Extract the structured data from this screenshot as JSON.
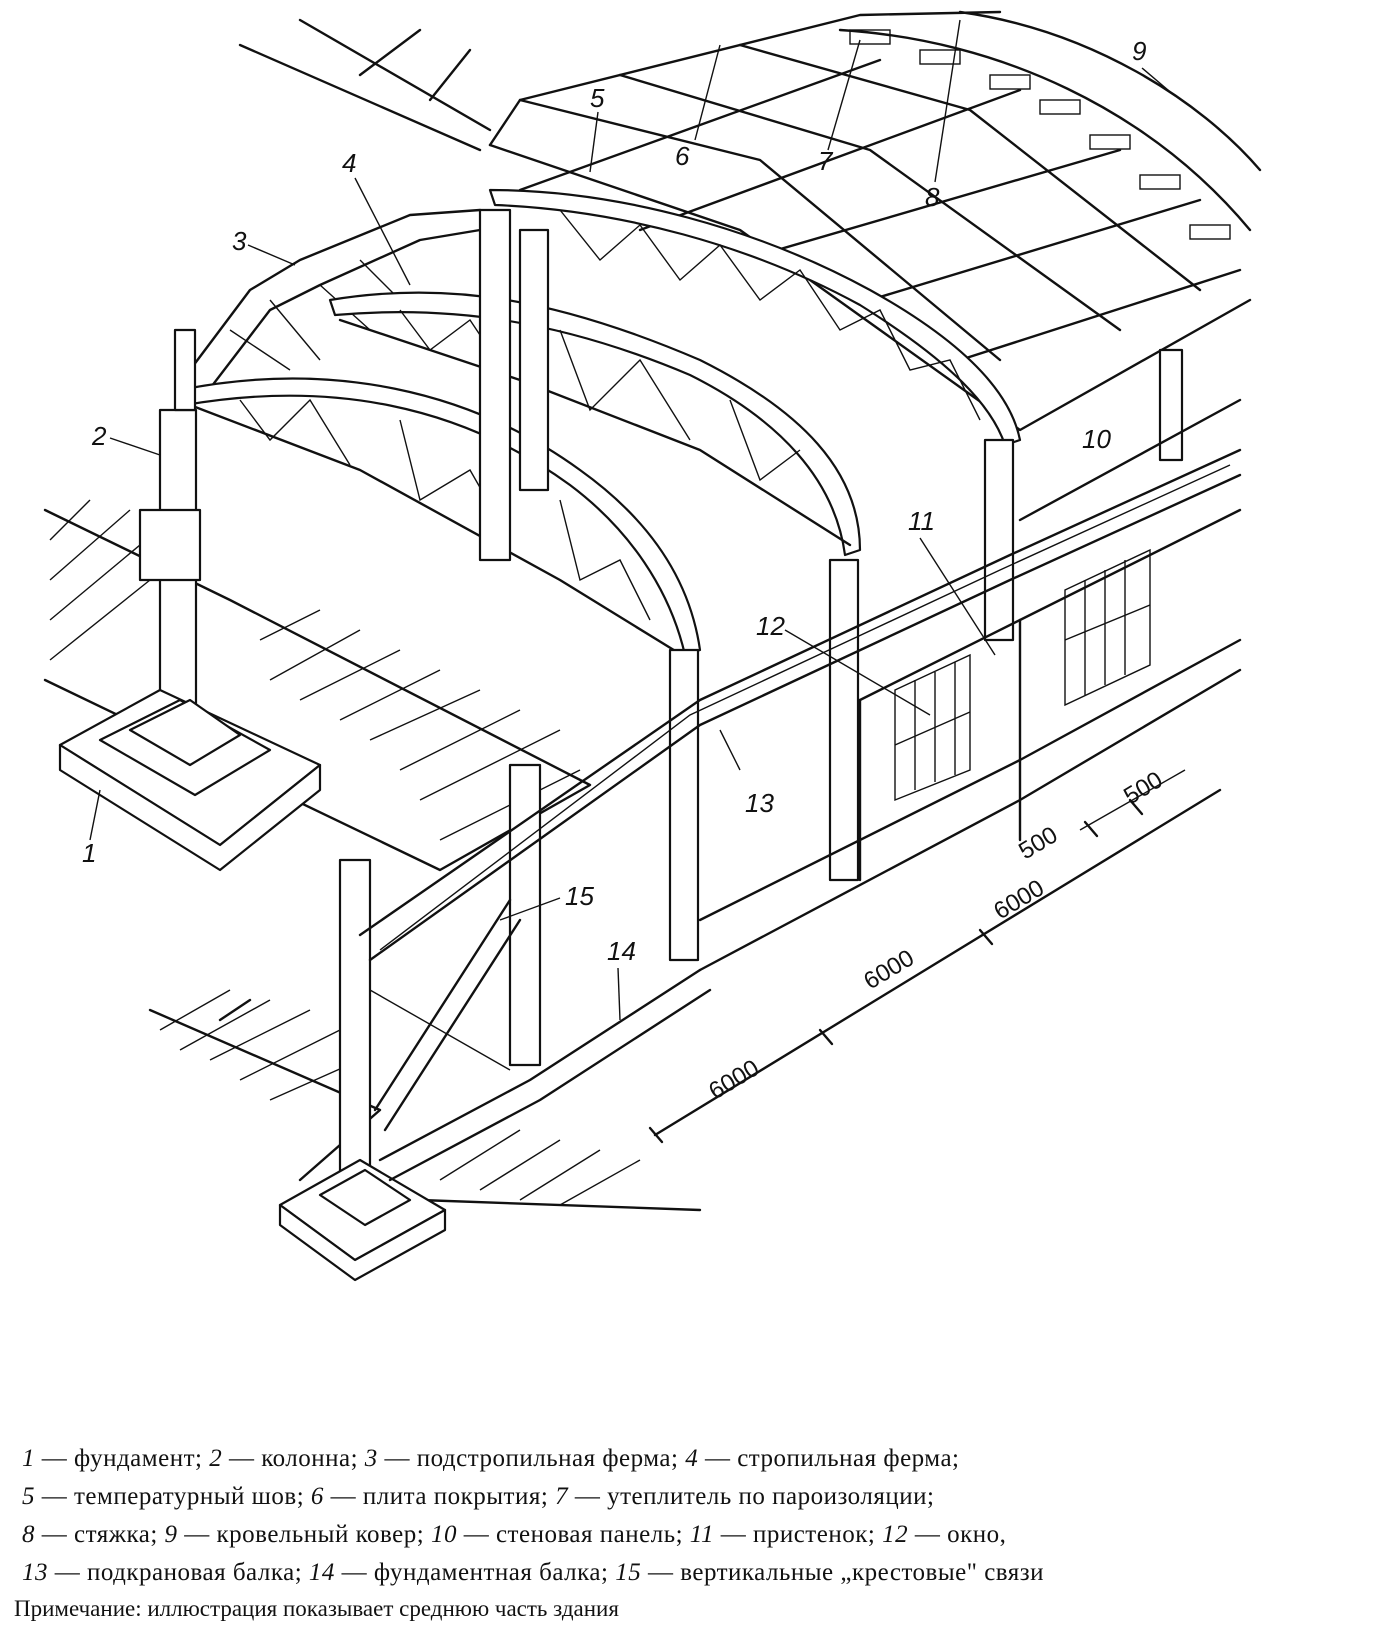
{
  "callouts": [
    {
      "num": "1"
    },
    {
      "num": "2"
    },
    {
      "num": "3"
    },
    {
      "num": "4"
    },
    {
      "num": "5"
    },
    {
      "num": "6"
    },
    {
      "num": "7"
    },
    {
      "num": "8"
    },
    {
      "num": "9"
    },
    {
      "num": "10"
    },
    {
      "num": "11"
    },
    {
      "num": "12"
    },
    {
      "num": "13"
    },
    {
      "num": "14"
    },
    {
      "num": "15"
    }
  ],
  "dimensions": [
    "6000",
    "6000",
    "6000",
    "500",
    "500"
  ],
  "legend": {
    "rows": [
      [
        {
          "num": "1",
          "text": " — фундамент; "
        },
        {
          "num": "2",
          "text": " — колонна; "
        },
        {
          "num": "3",
          "text": " — подстропильная ферма; "
        },
        {
          "num": "4",
          "text": " — стропильная ферма;"
        }
      ],
      [
        {
          "num": "5",
          "text": " — температурный шов; "
        },
        {
          "num": "6",
          "text": " — плита покрытия; "
        },
        {
          "num": "7",
          "text": " — утеплитель по пароизоляции;"
        }
      ],
      [
        {
          "num": "8",
          "text": " — стяжка; "
        },
        {
          "num": "9",
          "text": " — кровельный ковер; "
        },
        {
          "num": "10",
          "text": " — стеновая панель; "
        },
        {
          "num": "11",
          "text": " — пристенок; "
        },
        {
          "num": "12",
          "text": " — окно,"
        }
      ],
      [
        {
          "num": "13",
          "text": " — подкрановая балка; "
        },
        {
          "num": "14",
          "text": " — фундаментная балка; "
        },
        {
          "num": "15",
          "text": " — вертикальные „крестовые\" связи"
        }
      ]
    ]
  },
  "note": "Примечание: иллюстрация показывает среднюю часть здания"
}
